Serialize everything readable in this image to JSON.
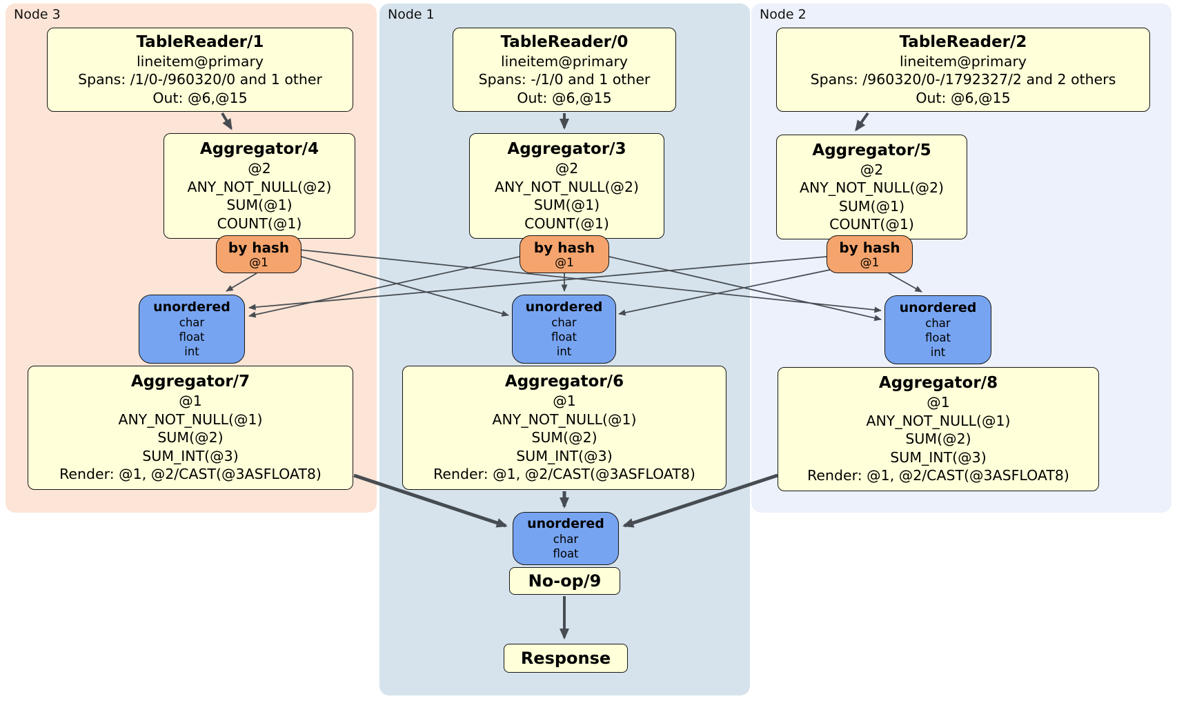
{
  "colors": {
    "panel_node3": "#fce4d6",
    "panel_node1": "#d6e3ec",
    "panel_node2": "#edf1fb",
    "box_fill": "#ffffd9",
    "router_fill": "#f5a46d",
    "sync_fill": "#77a4f1",
    "edge": "#474c52"
  },
  "panels": {
    "node3": {
      "label": "Node 3"
    },
    "node1": {
      "label": "Node 1"
    },
    "node2": {
      "label": "Node 2"
    }
  },
  "boxes": {
    "tr1": {
      "title": "TableReader/1",
      "lines": [
        "lineitem@primary",
        "Spans: /1/0-/960320/0 and 1 other",
        "Out: @6,@15"
      ]
    },
    "tr0": {
      "title": "TableReader/0",
      "lines": [
        "lineitem@primary",
        "Spans: -/1/0 and 1 other",
        "Out: @6,@15"
      ]
    },
    "tr2": {
      "title": "TableReader/2",
      "lines": [
        "lineitem@primary",
        "Spans: /960320/0-/1792327/2 and 2 others",
        "Out: @6,@15"
      ]
    },
    "agg4": {
      "title": "Aggregator/4",
      "lines": [
        "@2",
        "ANY_NOT_NULL(@2)",
        "SUM(@1)",
        "COUNT(@1)"
      ]
    },
    "agg3": {
      "title": "Aggregator/3",
      "lines": [
        "@2",
        "ANY_NOT_NULL(@2)",
        "SUM(@1)",
        "COUNT(@1)"
      ]
    },
    "agg5": {
      "title": "Aggregator/5",
      "lines": [
        "@2",
        "ANY_NOT_NULL(@2)",
        "SUM(@1)",
        "COUNT(@1)"
      ]
    },
    "agg7": {
      "title": "Aggregator/7",
      "lines": [
        "@1",
        "ANY_NOT_NULL(@1)",
        "SUM(@2)",
        "SUM_INT(@3)",
        "Render: @1, @2/CAST(@3ASFLOAT8)"
      ]
    },
    "agg6": {
      "title": "Aggregator/6",
      "lines": [
        "@1",
        "ANY_NOT_NULL(@1)",
        "SUM(@2)",
        "SUM_INT(@3)",
        "Render: @1, @2/CAST(@3ASFLOAT8)"
      ]
    },
    "agg8": {
      "title": "Aggregator/8",
      "lines": [
        "@1",
        "ANY_NOT_NULL(@1)",
        "SUM(@2)",
        "SUM_INT(@3)",
        "Render: @1, @2/CAST(@3ASFLOAT8)"
      ]
    },
    "noop": {
      "title": "No-op/9"
    },
    "response": {
      "title": "Response"
    }
  },
  "routers": {
    "node3": {
      "label": "by hash",
      "key": "@1"
    },
    "node1": {
      "label": "by hash",
      "key": "@1"
    },
    "node2": {
      "label": "by hash",
      "key": "@1"
    }
  },
  "syncers": {
    "node3": {
      "label": "unordered",
      "columns": [
        "char",
        "float",
        "int"
      ]
    },
    "node1": {
      "label": "unordered",
      "columns": [
        "char",
        "float",
        "int"
      ]
    },
    "node2": {
      "label": "unordered",
      "columns": [
        "char",
        "float",
        "int"
      ]
    },
    "final": {
      "label": "unordered",
      "columns": [
        "char",
        "float"
      ]
    }
  }
}
